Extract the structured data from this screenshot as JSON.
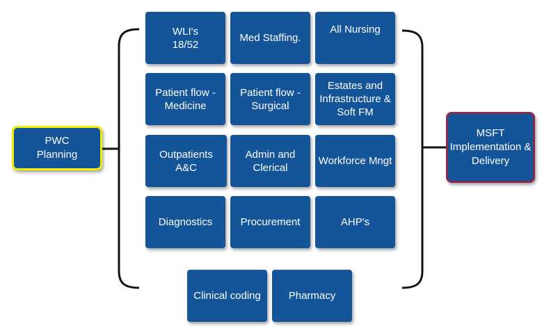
{
  "left_node": {
    "label": "PWC\nPlanning",
    "border_color": "#f2ec00"
  },
  "right_node": {
    "label": "MSFT\nImplementation &\nDelivery",
    "border_color": "#8a2a52"
  },
  "tile_color": "#145599",
  "workstreams": [
    {
      "label": "WLI's\n18/52"
    },
    {
      "label": "Med Staffing."
    },
    {
      "label": "All Nursing"
    },
    {
      "label": "Patient flow -\nMedicine"
    },
    {
      "label": "Patient flow -\nSurgical"
    },
    {
      "label": "Estates and\nInfrastructure &\nSoft FM"
    },
    {
      "label": "Outpatients A&C"
    },
    {
      "label": "Admin and\nClerical"
    },
    {
      "label": "Workforce Mngt"
    },
    {
      "label": "Diagnostics"
    },
    {
      "label": "Procurement"
    },
    {
      "label": "AHP's"
    },
    {
      "label": "Clinical coding"
    },
    {
      "label": "Pharmacy"
    }
  ]
}
